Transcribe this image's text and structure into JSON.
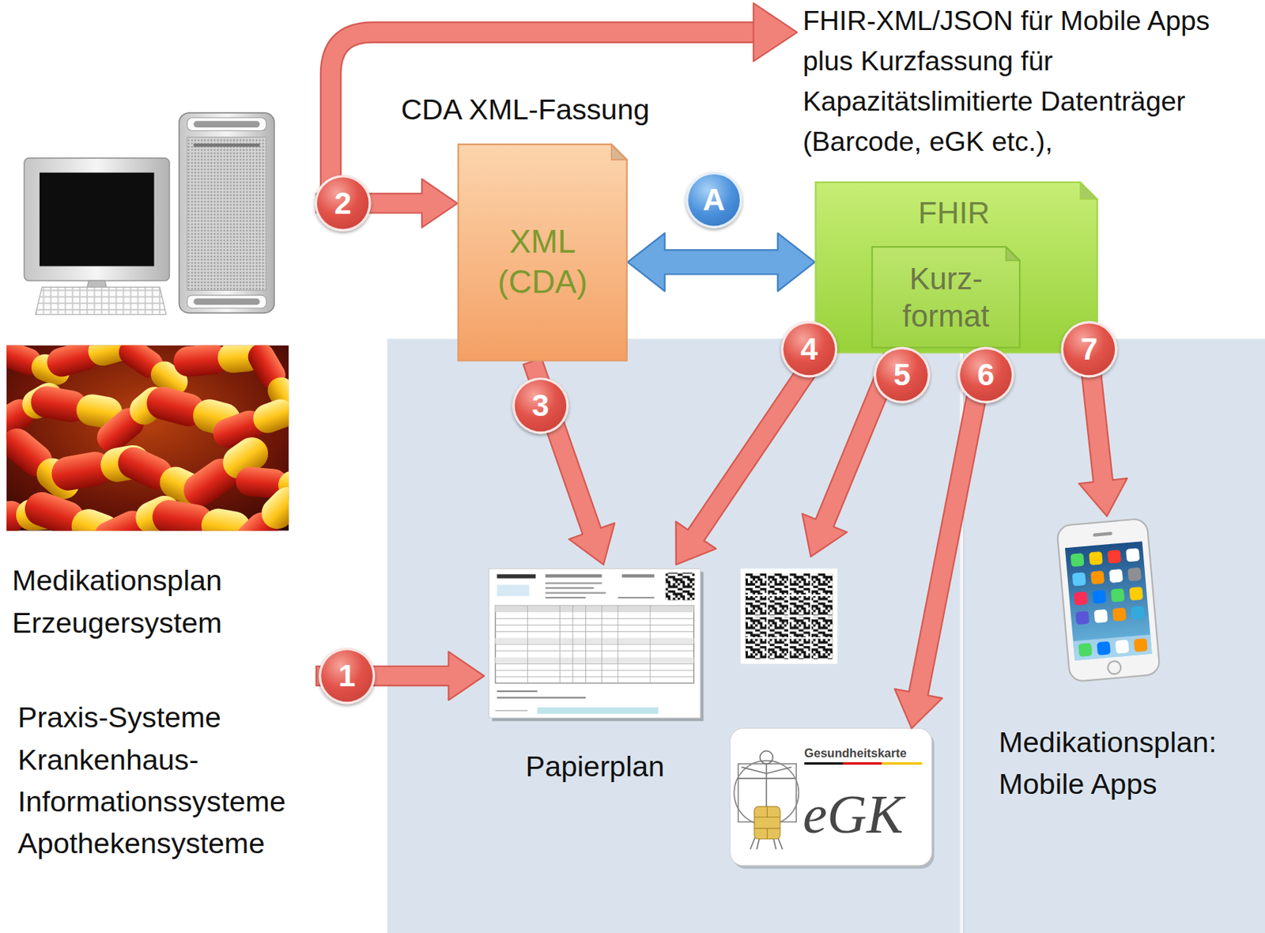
{
  "diagram": {
    "nodes": [
      {
        "text": [
          "Medikationsplan Erzeugersystem",
          "Praxis-Systeme Krankenhaus-Informationssysteme Apothekensysteme"
        ]
      },
      {
        "text": [
          "CDA XML-Fassung",
          "XML (CDA)"
        ]
      },
      {
        "text": [
          "FHIR"
        ]
      },
      {
        "text": [
          "Kurz- format"
        ],
        "in": 2
      },
      {
        "text": [
          "Papierplan"
        ]
      },
      {
        "text": [
          "Gesundheitskarte",
          "eGK"
        ]
      },
      {
        "text": [
          "Medikationsplan: Mobile Apps"
        ]
      }
    ],
    "edges": [
      {
        "from": 0,
        "to": 1,
        "arrow": "to"
      },
      {
        "from": 0,
        "to": 4,
        "arrow": "to"
      },
      {
        "from": 1,
        "to": 2,
        "arrow": "both"
      },
      {
        "from": 1,
        "to": 4,
        "arrow": "to"
      },
      {
        "from": 2,
        "to": 4,
        "arrow": "to"
      },
      {
        "from": 3,
        "to": 5,
        "arrow": "to"
      },
      {
        "from": 2,
        "to": 6,
        "arrow": "to"
      }
    ],
    "labels": [
      "FHIR-XML/JSON für Mobile Apps plus Kurzfassung für Kapazitätslimitierte Datenträger (Barcode, eGK etc.),",
      "A",
      "2",
      "4",
      "5",
      "6",
      "7",
      "3",
      "1"
    ]
  }
}
